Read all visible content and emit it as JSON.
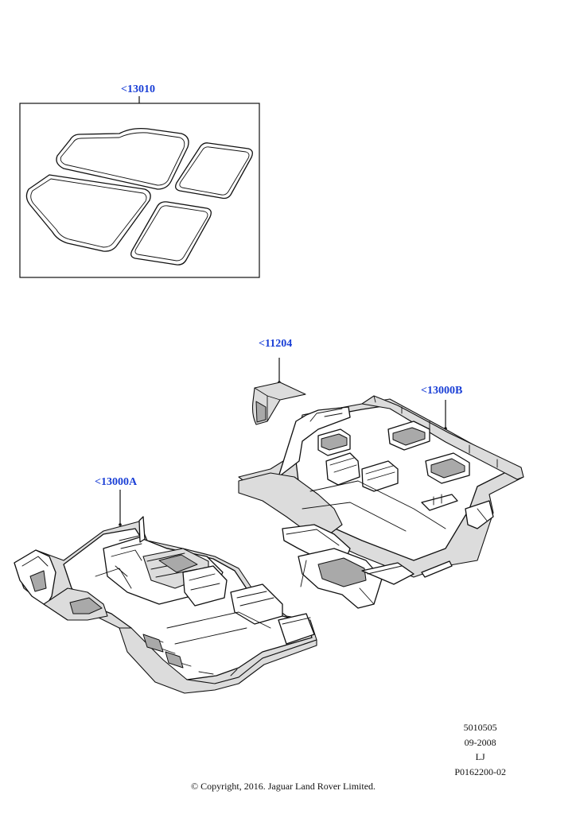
{
  "callouts": {
    "mats": "<13010",
    "insulator": "<11204",
    "carpet_rear": "<13000B",
    "carpet_front": "<13000A"
  },
  "meta": {
    "line1": "5010505",
    "line2": "09-2008",
    "line3": "LJ",
    "line4": "P0162200-02"
  },
  "copyright": "© Copyright, 2016. Jaguar Land Rover Limited.",
  "colors": {
    "callout": "#1a3fd6",
    "line": "#111111",
    "shade": "#dcdcdc"
  }
}
